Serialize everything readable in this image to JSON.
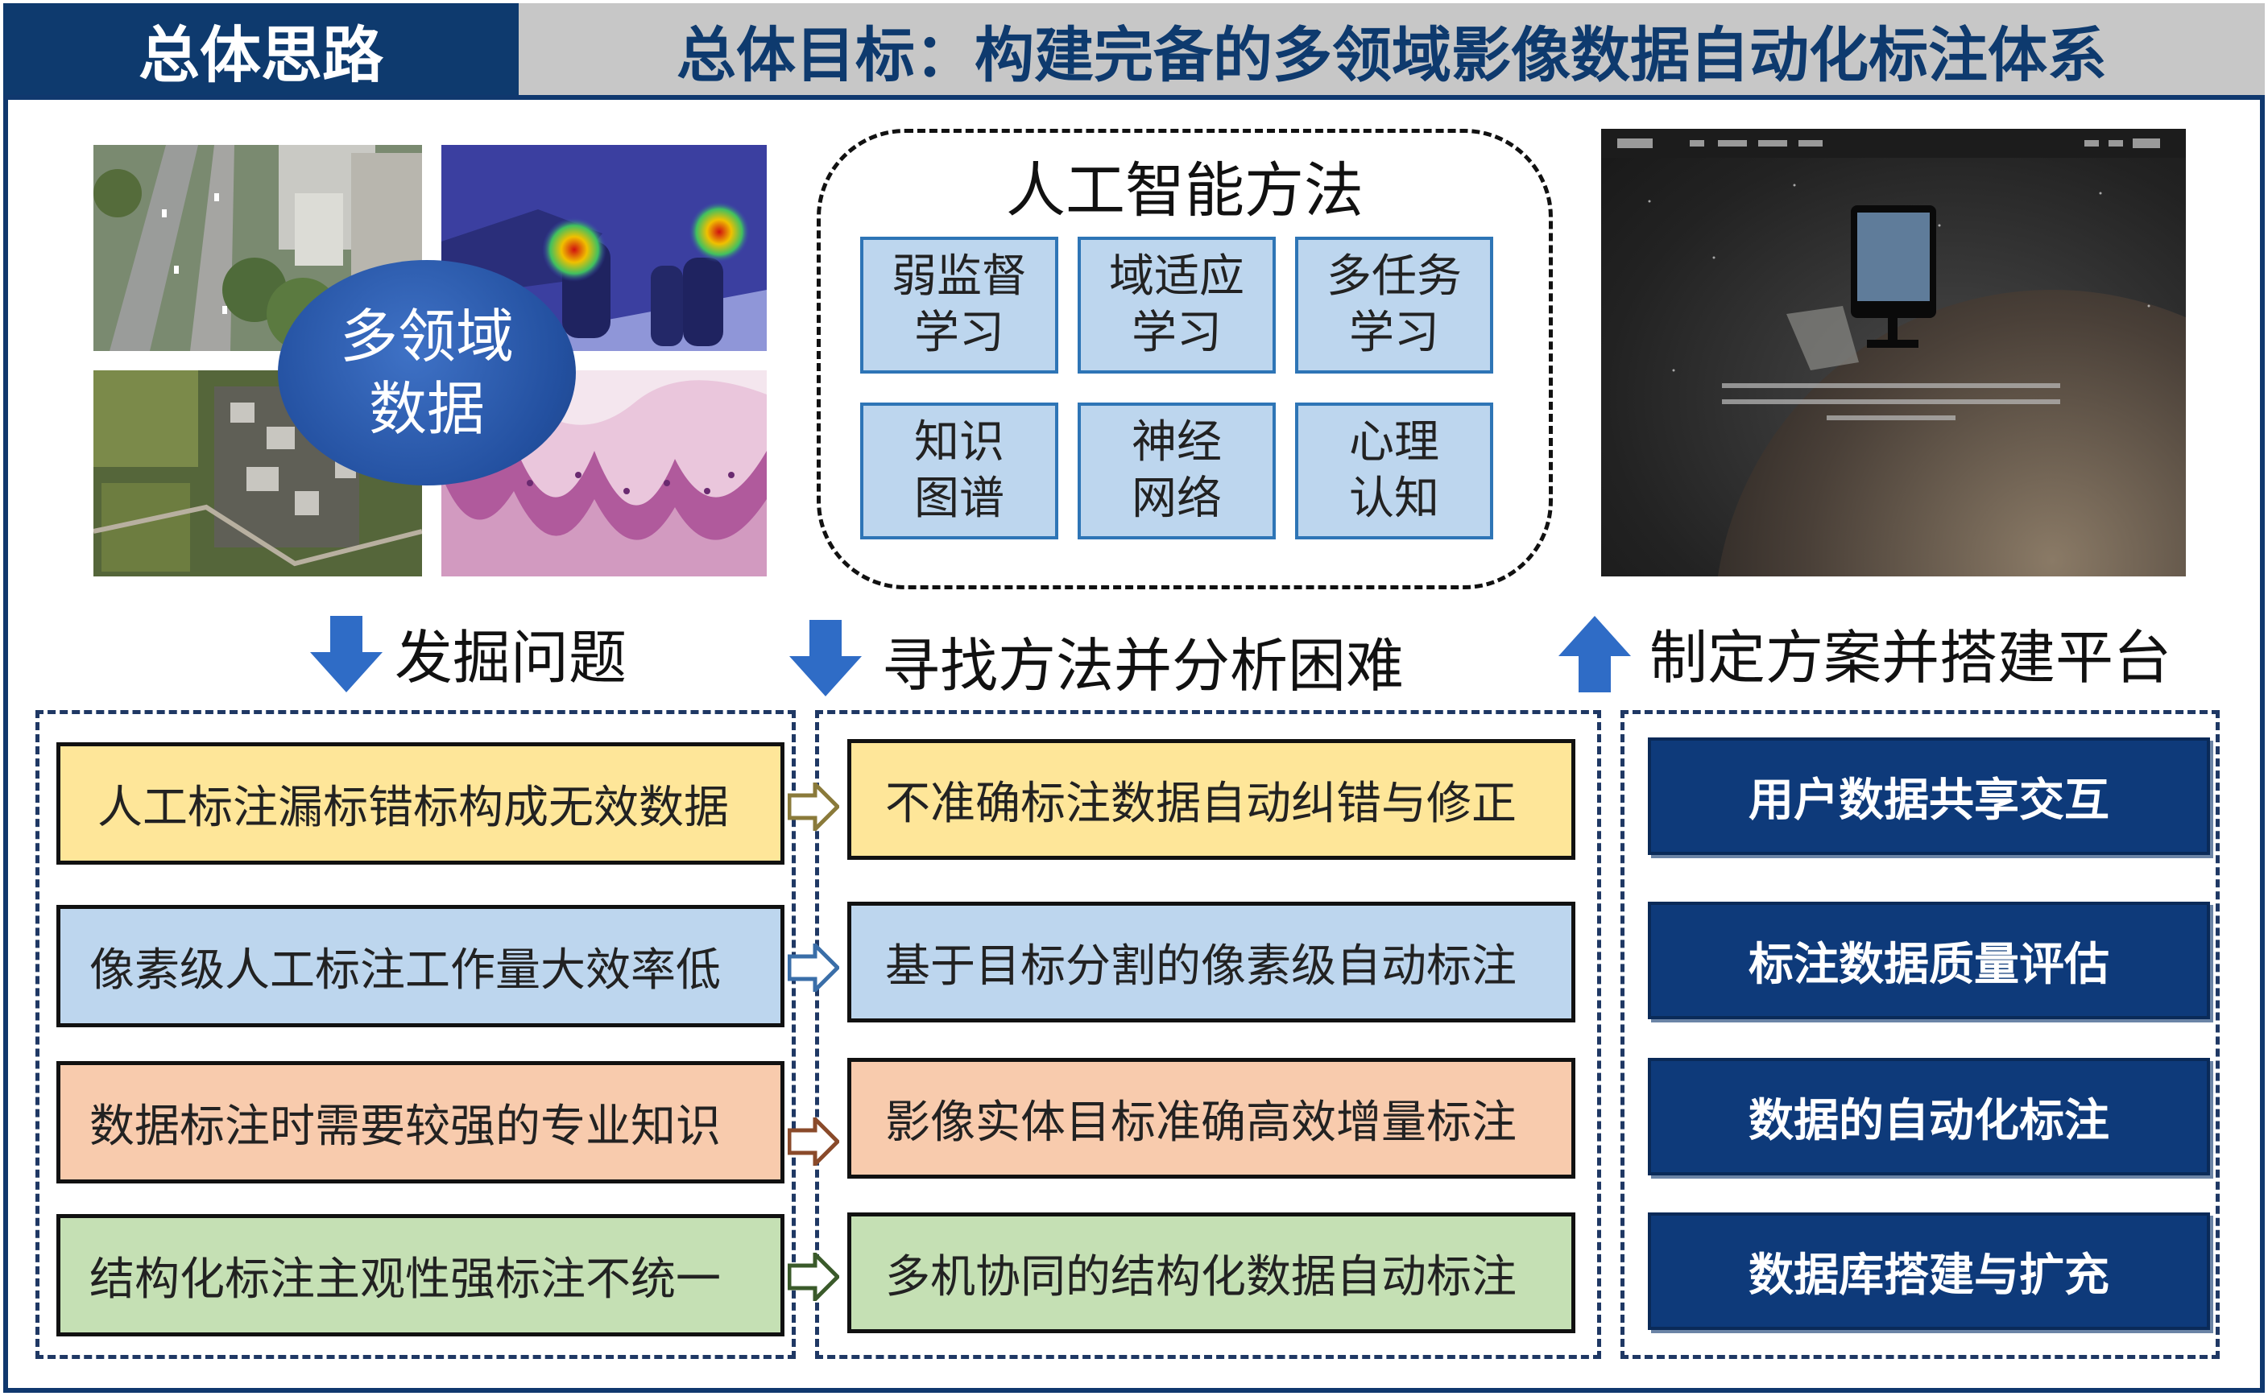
{
  "header": {
    "left_title": "总体思路",
    "right_title": "总体目标：构建完备的多领域影像数据自动化标注体系"
  },
  "data_panel": {
    "label_line1": "多领域",
    "label_line2": "数据"
  },
  "ai_methods": {
    "title": "人工智能方法",
    "cells": [
      {
        "line1": "弱监督",
        "line2": "学习"
      },
      {
        "line1": "域适应",
        "line2": "学习"
      },
      {
        "line1": "多任务",
        "line2": "学习"
      },
      {
        "line1": "知识",
        "line2": "图谱"
      },
      {
        "line1": "神经",
        "line2": "网络"
      },
      {
        "line1": "心理",
        "line2": "认知"
      }
    ]
  },
  "steps": {
    "discover": "发掘问题",
    "method": "寻找方法并分析困难",
    "platform": "制定方案并搭建平台"
  },
  "problems": [
    "人工标注漏标错标构成无效数据",
    "像素级人工标注工作量大效率低",
    "数据标注时需要较强的专业知识",
    "结构化标注主观性强标注不统一"
  ],
  "methods": [
    "不准确标注数据自动纠错与修正",
    "基于目标分割的像素级自动标注",
    "影像实体目标准确高效增量标注",
    "多机协同的结构化数据自动标注"
  ],
  "platform_items": [
    "用户数据共享交互",
    "标注数据质量评估",
    "数据的自动化标注",
    "数据库搭建与扩充"
  ],
  "colors": {
    "navy": "#0e3a6e",
    "yellow": "#fee699",
    "blue": "#bdd6ee",
    "peach": "#f8cbad",
    "green": "#c5e0b4",
    "arrow_blue": "#2f6cc6"
  }
}
